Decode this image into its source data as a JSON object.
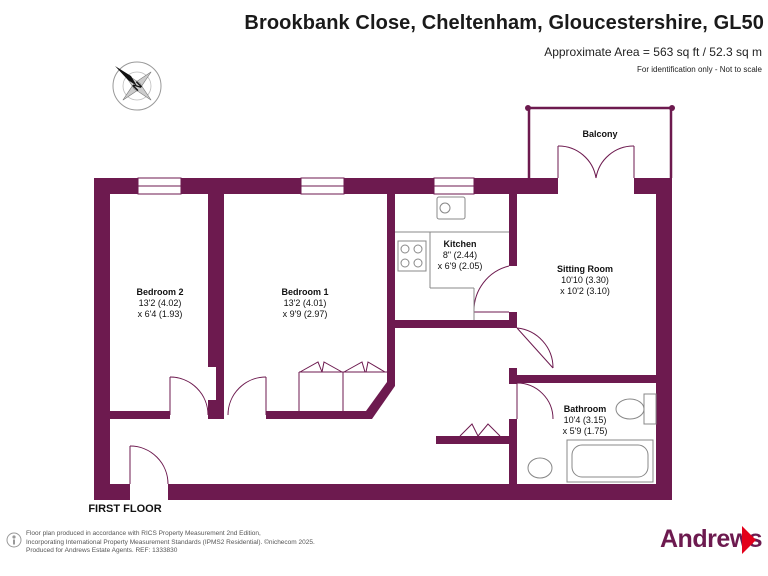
{
  "header": {
    "title": "Brookbank Close, Cheltenham, Gloucestershire, GL50",
    "area": "Approximate Area = 563 sq ft / 52.3 sq m",
    "note": "For identification only - Not to scale"
  },
  "compass": {
    "label": "N",
    "icon": "compass-icon"
  },
  "floor_label": "FIRST FLOOR",
  "rooms": {
    "balcony": {
      "name": "Balcony"
    },
    "kitchen": {
      "name": "Kitchen",
      "dim1": "8\" (2.44)",
      "dim2": "x 6'9 (2.05)"
    },
    "sitting": {
      "name": "Sitting Room",
      "dim1": "10'10 (3.30)",
      "dim2": "x 10'2 (3.10)"
    },
    "bed2": {
      "name": "Bedroom 2",
      "dim1": "13'2 (4.02)",
      "dim2": "x 6'4 (1.93)"
    },
    "bed1": {
      "name": "Bedroom 1",
      "dim1": "13'2 (4.01)",
      "dim2": "x 9'9 (2.97)"
    },
    "bath": {
      "name": "Bathroom",
      "dim1": "10'4 (3.15)",
      "dim2": "x 5'9 (1.75)"
    }
  },
  "footer": {
    "line1": "Floor plan produced in accordance with RICS Property Measurement 2nd Edition,",
    "line2": "Incorporating International Property Measurement Standards (IPMS2 Residential).  ©nichecom 2025.",
    "line3": "Produced for Andrews Estate Agents.   REF:  1333830",
    "brand": "Andrews"
  },
  "colors": {
    "wall": "#6d1a4f",
    "brand": "#6d1a4f",
    "brand_arrow": "#e3001b"
  }
}
